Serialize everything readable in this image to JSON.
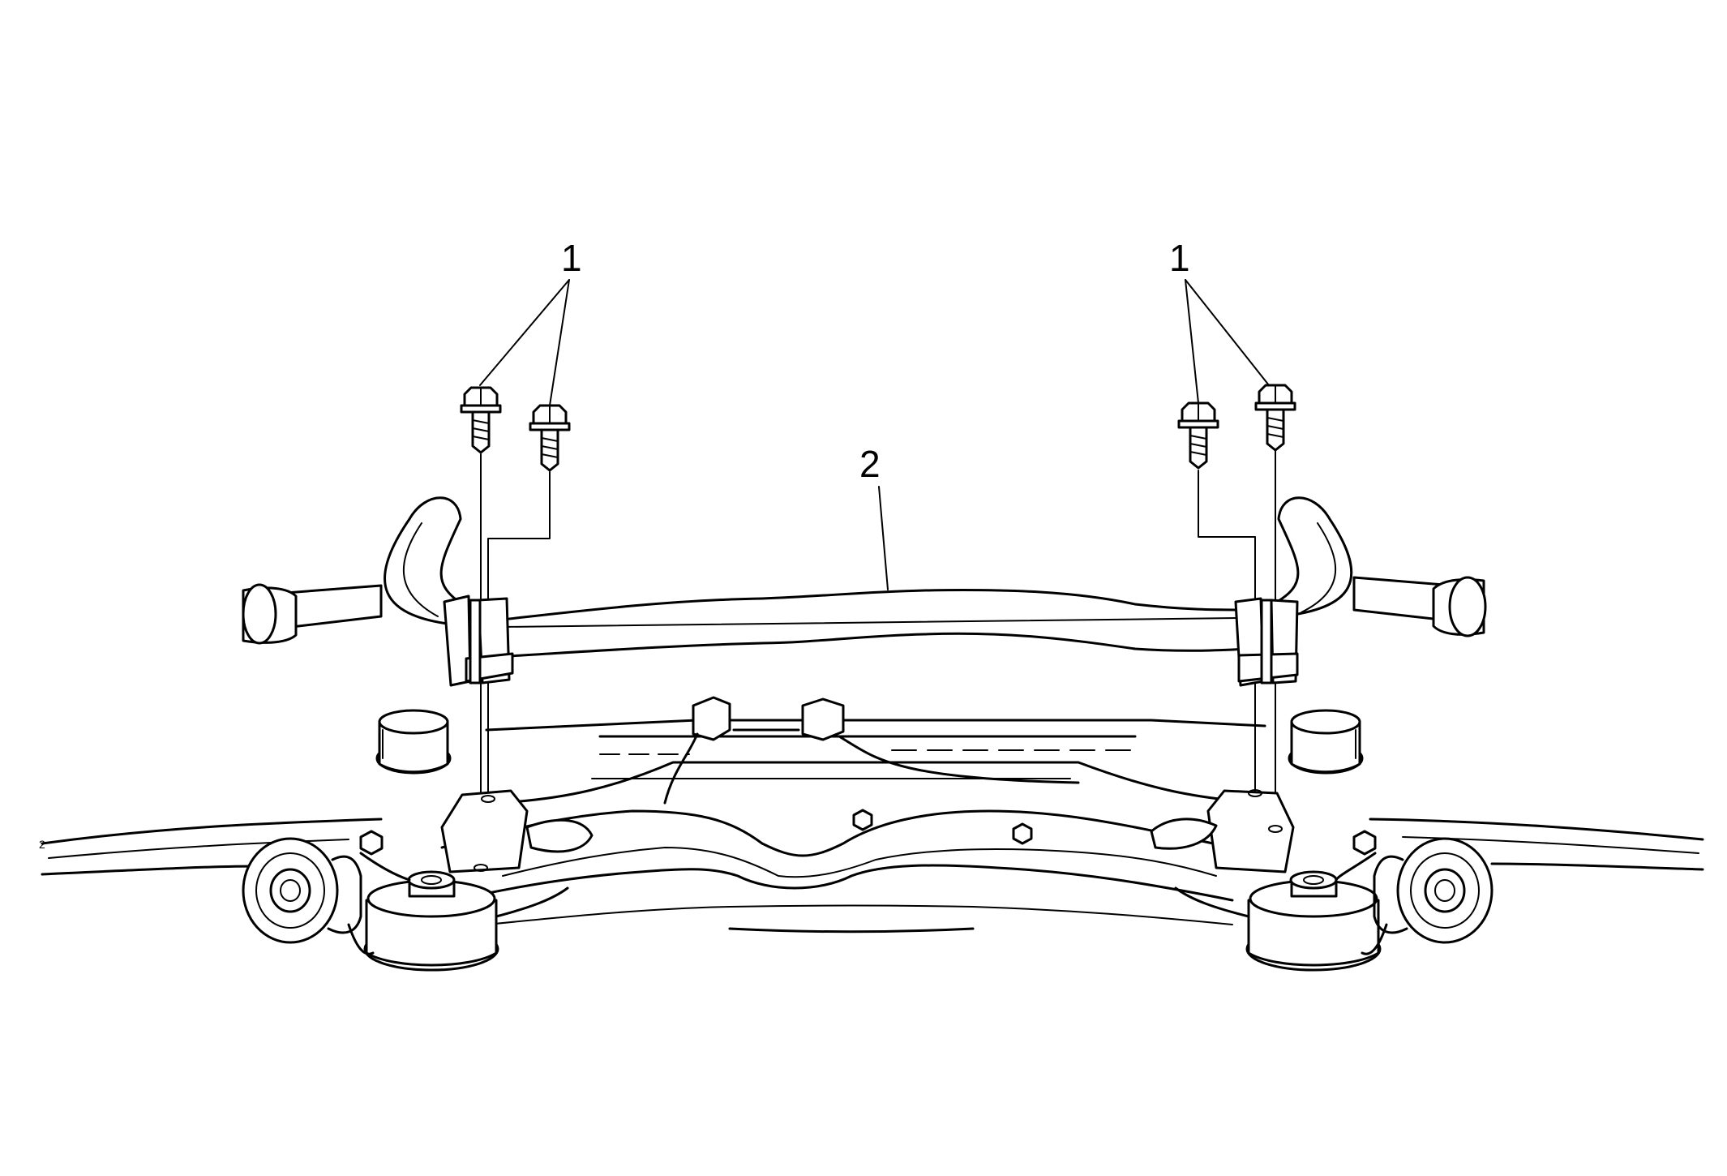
{
  "callouts": {
    "left_bolts": "1",
    "right_bolts": "1",
    "stabilizer_bar": "2"
  },
  "side_label": "2"
}
